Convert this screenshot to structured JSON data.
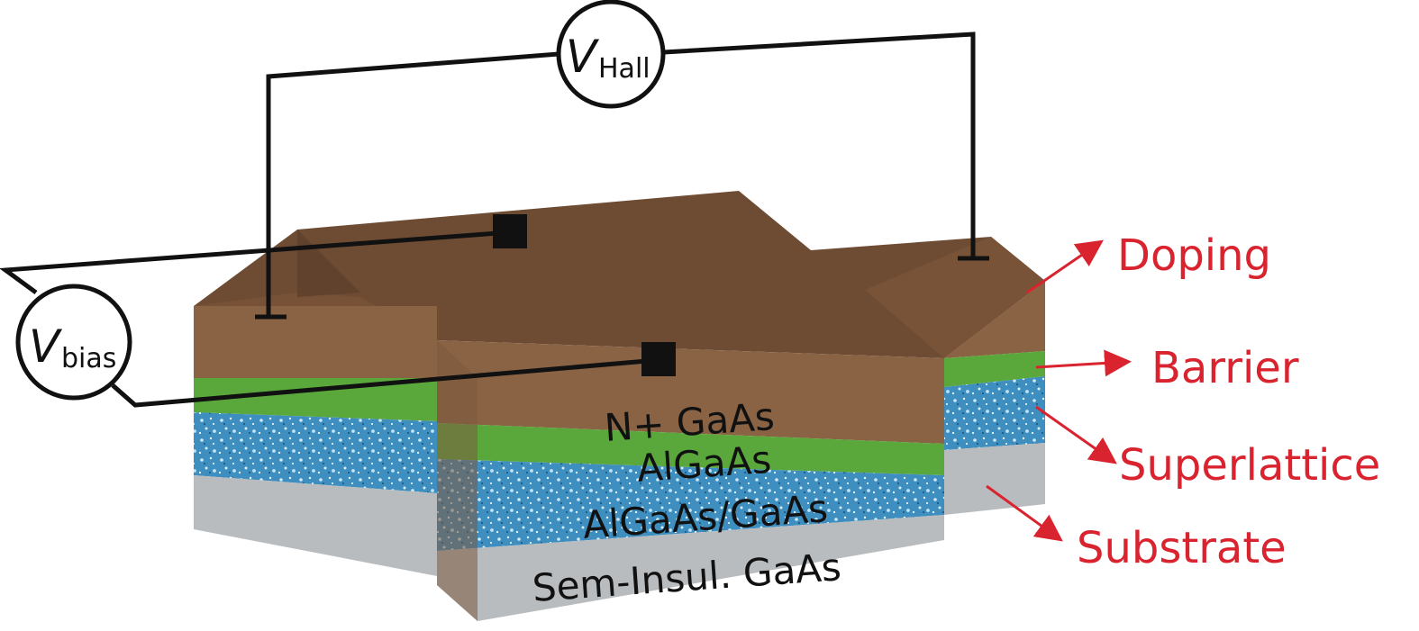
{
  "meters": {
    "hall": {
      "symbol": "V",
      "subscript": "Hall"
    },
    "bias": {
      "symbol": "V",
      "subscript": "bias"
    }
  },
  "layers": {
    "doping": "N+ GaAs",
    "barrier": "AlGaAs",
    "superlattice": "AlGaAs/GaAs",
    "substrate": "Sem-Insul. GaAs"
  },
  "callouts": {
    "doping": "Doping",
    "barrier": "Barrier",
    "superlattice": "Superlattice",
    "substrate": "Substrate"
  },
  "colors": {
    "doping_top": "#6e4c34",
    "doping_side": "#8a6344",
    "barrier": "#5aa83c",
    "superlattice": "#3e8fc0",
    "substrate": "#b9bcbf",
    "callout": "#d9232f",
    "wire": "#111111"
  }
}
